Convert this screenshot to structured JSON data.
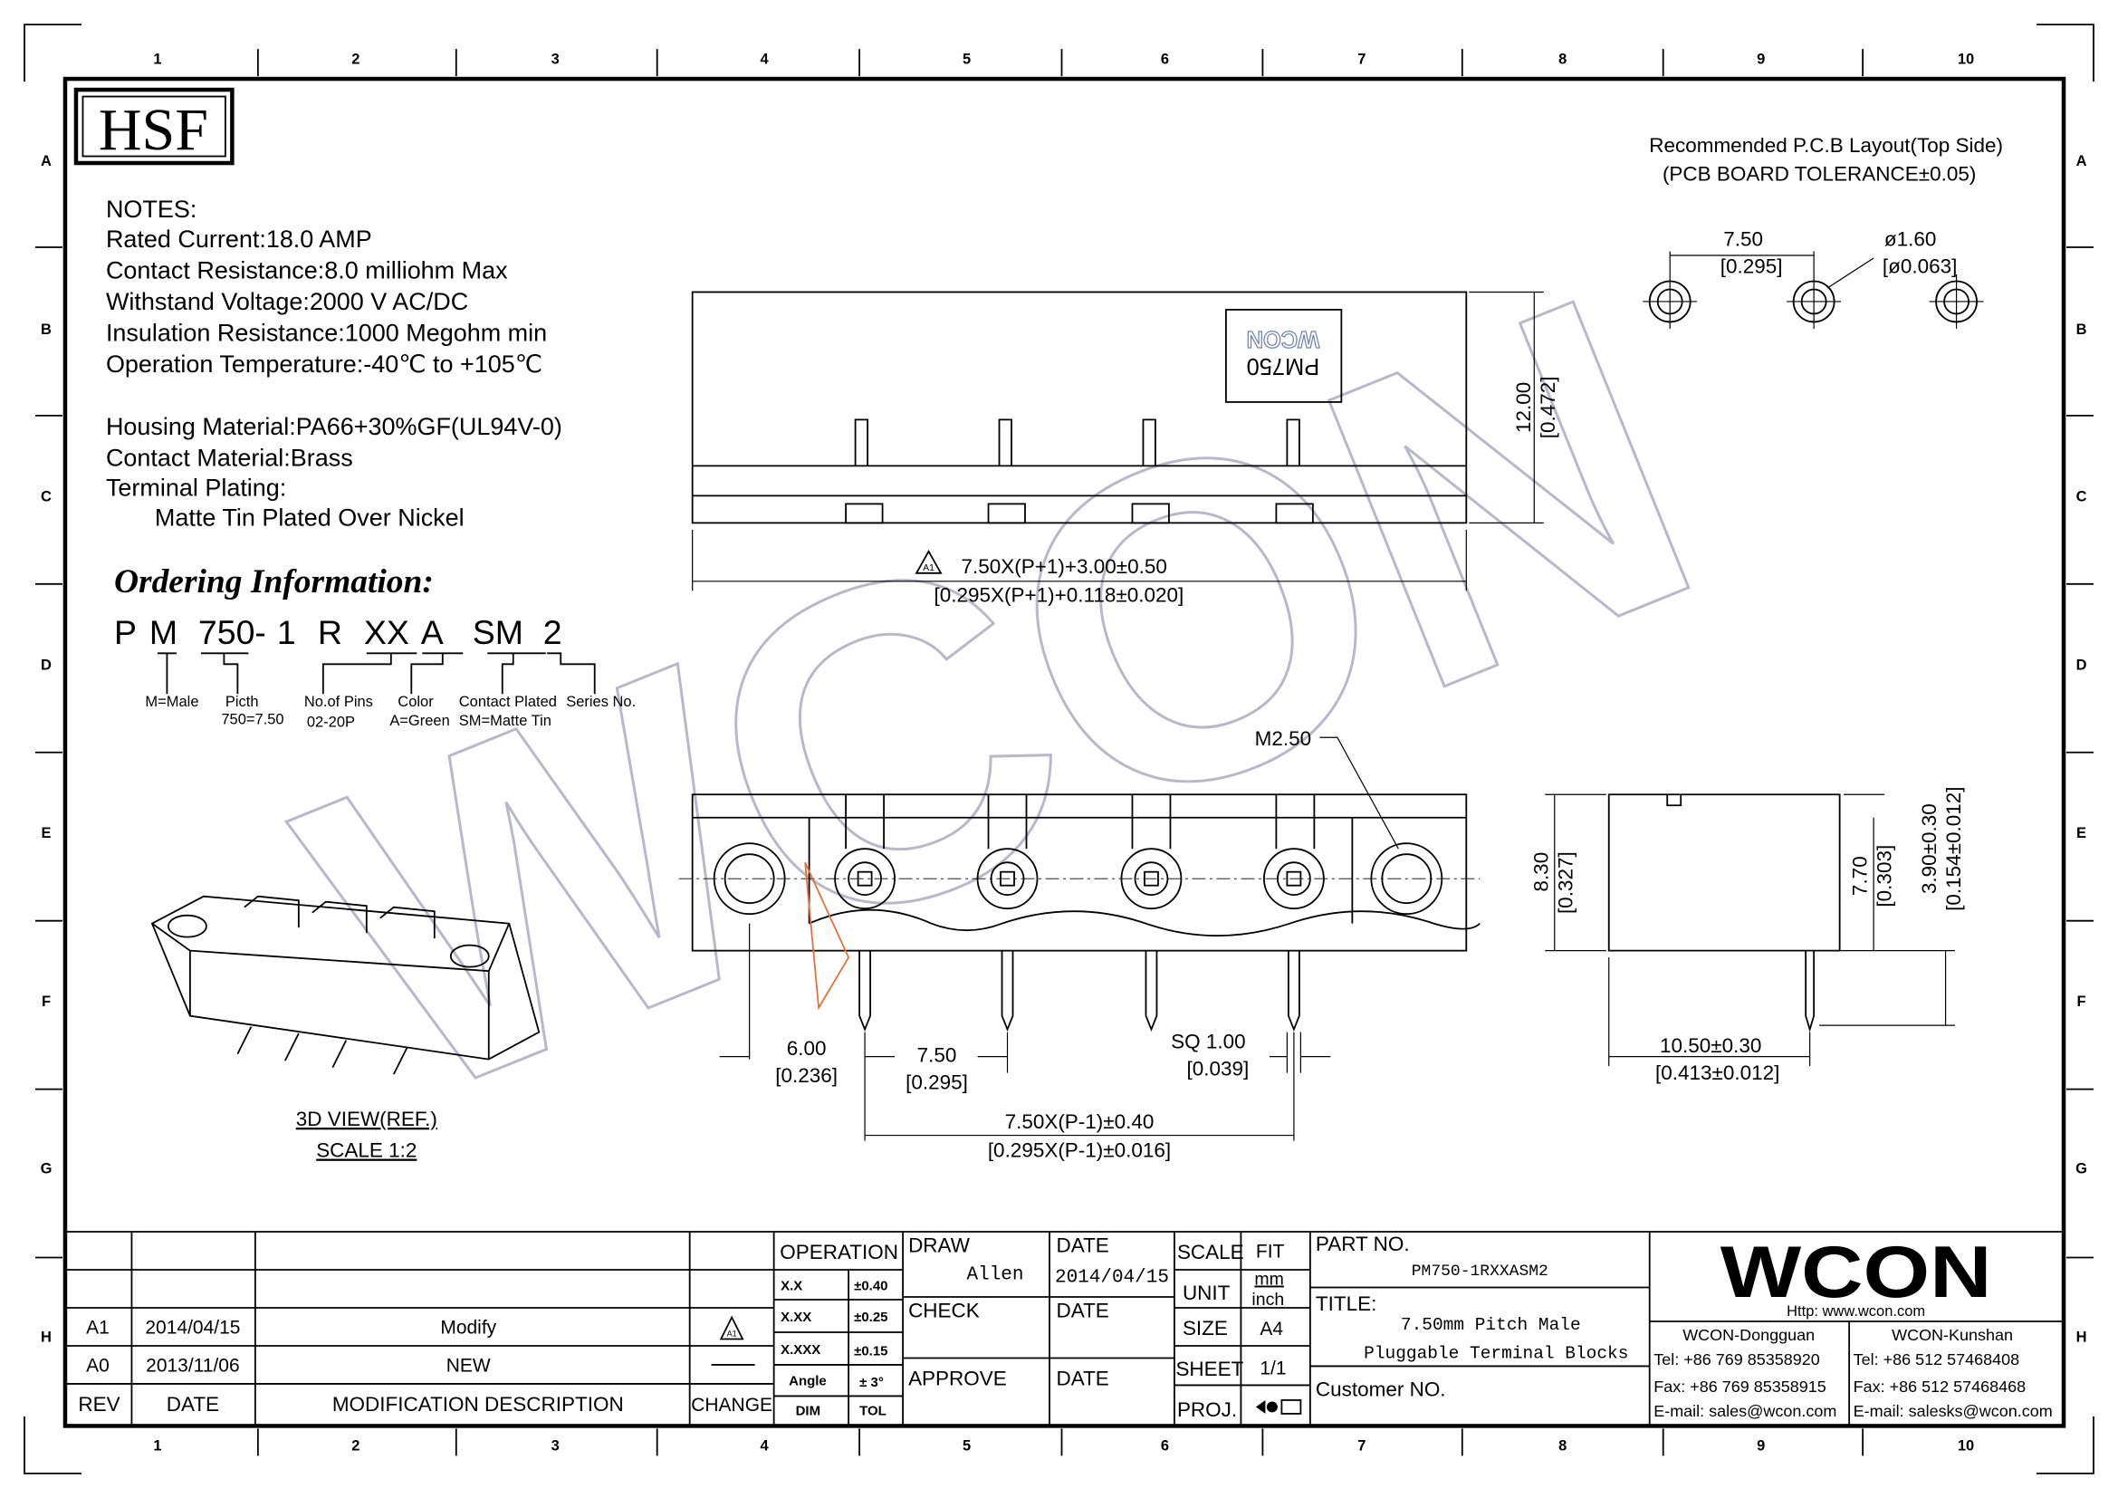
{
  "frame": {
    "columns": [
      "1",
      "2",
      "3",
      "4",
      "5",
      "6",
      "7",
      "8",
      "9",
      "10"
    ],
    "rows": [
      "A",
      "B",
      "C",
      "D",
      "E",
      "F",
      "G",
      "H"
    ]
  },
  "logo": "HSF",
  "notes": {
    "title": "NOTES:",
    "lines": [
      "Rated Current:18.0 AMP",
      "Contact Resistance:8.0 milliohm Max",
      "Withstand Voltage:2000 V AC/DC",
      "Insulation Resistance:1000 Megohm min",
      "Operation Temperature:-40℃ to +105℃"
    ],
    "material_lines": [
      "Housing Material:PA66+30%GF(UL94V-0)",
      "Contact Material:Brass",
      "Terminal Plating:",
      "Matte Tin Plated Over Nickel"
    ]
  },
  "ordering": {
    "title": "Ordering Information:",
    "code": [
      "P",
      "M",
      "750-",
      "1",
      "R",
      "XX",
      "A",
      "SM",
      "2"
    ],
    "labels": [
      "M=Male",
      "Picth",
      "750=7.50",
      "No.of Pins",
      "02-20P",
      "Color",
      "A=Green",
      "Contact Plated",
      "SM=Matte Tin",
      "Series No."
    ]
  },
  "view3d": {
    "label": "3D VIEW(REF.)",
    "scale": "SCALE 1:2"
  },
  "pcb": {
    "title": "Recommended P.C.B Layout(Top Side)",
    "subtitle": "(PCB BOARD TOLERANCE±0.05)",
    "pitch": "7.50",
    "pitch_in": "[0.295]",
    "hole": "ø1.60",
    "hole_in": "[ø0.063]"
  },
  "top_view": {
    "marking": "PM750",
    "brand": "WCON",
    "height": "12.00",
    "height_in": "[0.472]",
    "rev": "A1",
    "length": "7.50X(P+1)+3.00±0.50",
    "length_in": "[0.295X(P+1)+0.118±0.020]"
  },
  "front_view": {
    "screw": "M2.50",
    "edge": "6.00",
    "edge_in": "[0.236]",
    "pitch": "7.50",
    "pitch_in": "[0.295]",
    "sq": "SQ 1.00",
    "sq_in": "[0.039]",
    "span": "7.50X(P-1)±0.40",
    "span_in": "[0.295X(P-1)±0.016]"
  },
  "side_view": {
    "h1": "8.30",
    "h1_in": "[0.327]",
    "h2": "7.70",
    "h2_in": "[0.303]",
    "pin": "3.90±0.30",
    "pin_in": "[0.154±0.012]",
    "depth": "10.50±0.30",
    "depth_in": "[0.413±0.012]"
  },
  "watermark": "WCON",
  "revisions": {
    "headers": [
      "REV",
      "DATE",
      "MODIFICATION DESCRIPTION",
      "CHANGE"
    ],
    "rows": [
      {
        "rev": "A1",
        "date": "2014/04/15",
        "desc": "Modify",
        "change": "A1"
      },
      {
        "rev": "A0",
        "date": "2013/11/06",
        "desc": "NEW",
        "change": "—"
      }
    ]
  },
  "tolerance": {
    "title": "OPERATION",
    "rows": [
      [
        "X.X",
        "±0.40"
      ],
      [
        "X.XX",
        "±0.25"
      ],
      [
        "X.XXX",
        "±0.15"
      ],
      [
        "Angle",
        "± 3°"
      ]
    ],
    "footer": [
      "DIM",
      "TOL"
    ]
  },
  "signoff": {
    "draw": "DRAW",
    "drawer": "Allen",
    "date_label": "DATE",
    "draw_date": "2014/04/15",
    "check": "CHECK",
    "approve": "APPROVE"
  },
  "meta": {
    "scale": "SCALE",
    "scale_val": "FIT",
    "unit": "UNIT",
    "unit_mm": "mm",
    "unit_inch": "inch",
    "size": "SIZE",
    "size_val": "A4",
    "sheet": "SHEET",
    "sheet_val": "1/1",
    "proj": "PROJ."
  },
  "part": {
    "label": "PART NO.",
    "value": "PM750-1RXXASM2",
    "title_label": "TITLE:",
    "title1": "7.50mm Pitch Male",
    "title2": "Pluggable Terminal Blocks",
    "customer": "Customer NO."
  },
  "company": {
    "logo": "WCON",
    "url": "Http: www.wcon.com",
    "offices": [
      {
        "name": "WCON-Dongguan",
        "tel": "Tel: +86 769 85358920",
        "fax": "Fax: +86 769 85358915",
        "email": "E-mail: sales@wcon.com"
      },
      {
        "name": "WCON-Kunshan",
        "tel": "Tel: +86 512 57468408",
        "fax": "Fax: +86 512 57468468",
        "email": "E-mail: salesks@wcon.com"
      }
    ]
  }
}
